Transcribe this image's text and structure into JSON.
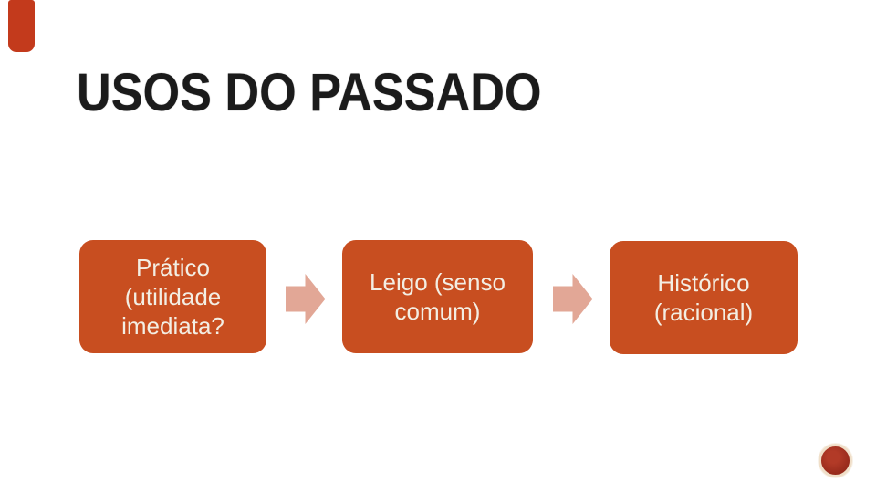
{
  "slide": {
    "title": "USOS DO PASSADO",
    "flow_boxes": [
      {
        "label": "Prático (utilidade imediata?",
        "lines": [
          "Prático",
          "(utilidade",
          "imediata?"
        ]
      },
      {
        "label": "Leigo (senso comum)",
        "lines": [
          "Leigo (senso",
          "comum)"
        ]
      },
      {
        "label": "Histórico (racional)",
        "lines": [
          "Histórico",
          "(racional)"
        ]
      }
    ],
    "arrows": [
      {
        "name": "arrow-pratico-to-leigo",
        "direction": "right"
      },
      {
        "name": "arrow-leigo-to-historico",
        "direction": "right"
      }
    ],
    "colors": {
      "box_fill": "#C84E20",
      "box_text": "#F3EEE3",
      "arrow_fill": "#E2A796",
      "corner_bar": "#C33A1C",
      "badge_fill": "#9A2C1D",
      "badge_ring": "#F0DFC9",
      "title_text": "#1B1B1B",
      "background": "#FFFFFF"
    }
  }
}
